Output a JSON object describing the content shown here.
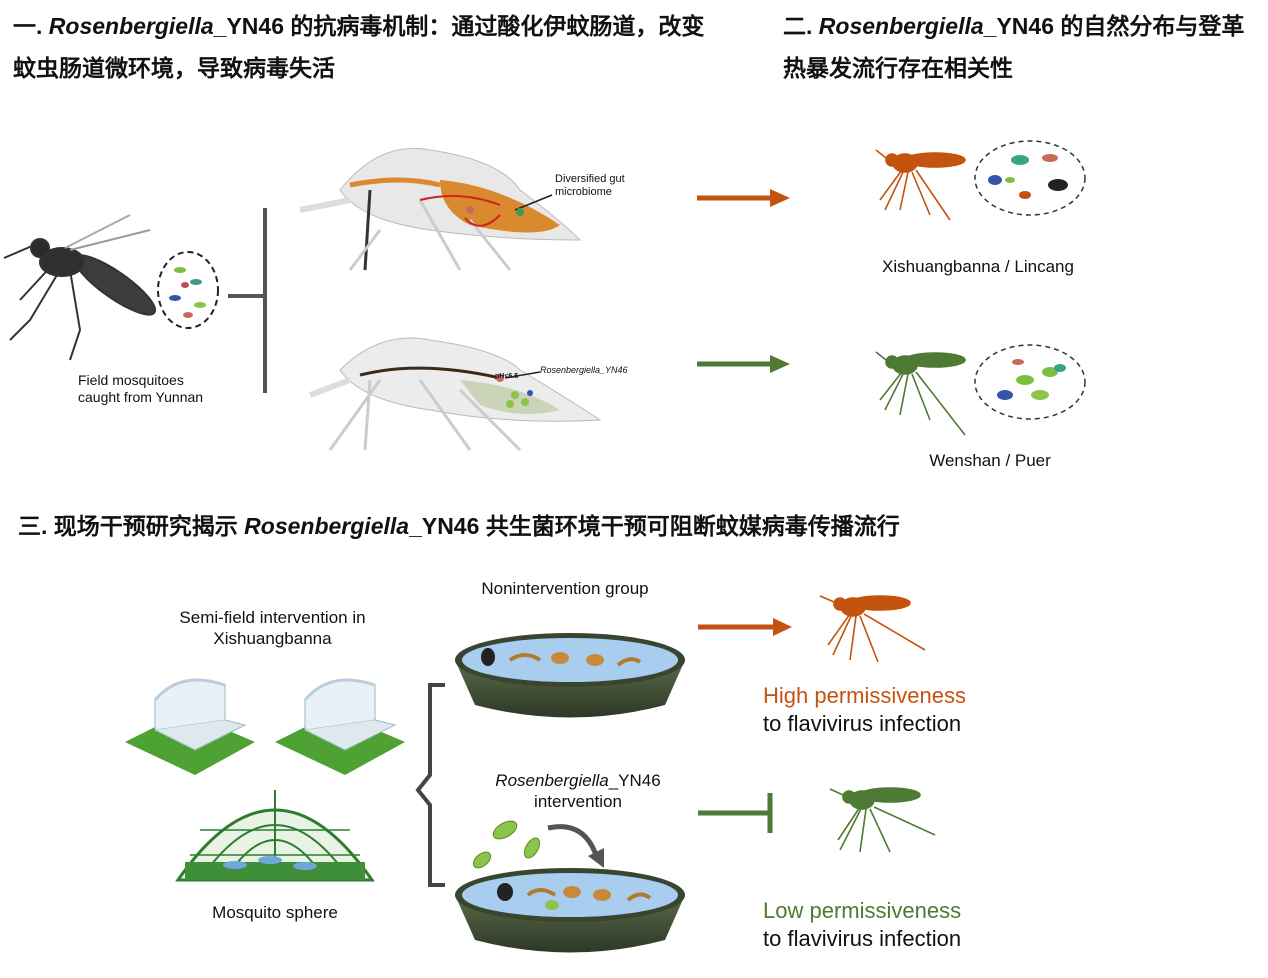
{
  "section1": {
    "line1_prefix": "一. ",
    "line1_italic": "Rosenbergiella",
    "line1_rest": "_YN46 的抗病毒机制：通过酸化伊蚊肠道，改变",
    "line2": "蚊虫肠道微环境，导致病毒失活",
    "field_label_1": "Field mosquitoes",
    "field_label_2": "caught from Yunnan",
    "gut_label_1": "Diversified gut",
    "gut_label_2": "microbiome",
    "ph_label": "pH<6.5",
    "ros_label": "Rosenbergiella_YN46"
  },
  "section2": {
    "line1_prefix": "二. ",
    "line1_italic": "Rosenbergiella",
    "line1_rest": "_YN46 的自然分布与登革",
    "line2": "热暴发流行存在相关性",
    "region_top": "Xishuangbanna / Lincang",
    "region_bottom": "Wenshan / Puer"
  },
  "section3": {
    "title_prefix": "三. 现场干预研究揭示 ",
    "title_italic": "Rosenbergiella",
    "title_rest": "_YN46 共生菌环境干预可阻断蚊媒病毒传播流行",
    "semi_1": "Semi-field intervention in",
    "semi_2": "Xishuangbanna",
    "sphere": "Mosquito sphere",
    "nonint": "Nonintervention group",
    "int_italic": "Rosenbergiella",
    "int_rest": "_YN46",
    "int_2": "intervention",
    "high_1": "High permissiveness",
    "high_2": "to flavivirus infection",
    "low_1": "Low permissiveness",
    "low_2": "to flavivirus infection"
  },
  "colors": {
    "orange": "#c4530f",
    "green": "#4e7a34",
    "gray": "#555555",
    "water": "#a9cdef"
  }
}
